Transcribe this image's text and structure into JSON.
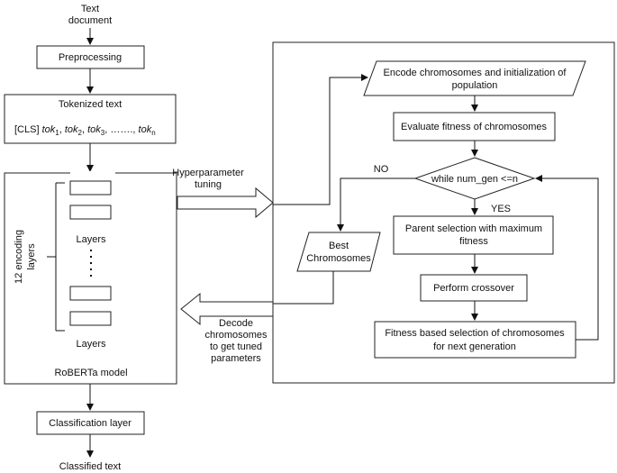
{
  "input": {
    "line1": "Text",
    "line2": "document"
  },
  "preprocessing": "Preprocessing",
  "tokenized": {
    "title": "Tokenized text",
    "cls": "[CLS]",
    "tokens": [
      {
        "base": "tok",
        "sub": "1",
        "sep": ", "
      },
      {
        "base": "tok",
        "sub": "2",
        "sep": ", "
      },
      {
        "base": "tok",
        "sub": "3",
        "sep": ", ……., "
      },
      {
        "base": "tok",
        "sub": "n",
        "sep": ""
      }
    ]
  },
  "model": {
    "side_label_line1": "12 encoding",
    "side_label_line2": "layers",
    "layers_top": "Layers",
    "layers_bottom": "Layers",
    "name": "RoBERTa model"
  },
  "classification": "Classification layer",
  "output": "Classified text",
  "hyper": {
    "line1": "Hyperparameter",
    "line2": "tuning"
  },
  "decode": {
    "line1": "Decode",
    "line2": "chromosomes",
    "line3": "to get tuned",
    "line4": "parameters"
  },
  "ga": {
    "encode_line1": "Encode chromosomes and initialization of",
    "encode_line2": "population",
    "evaluate": "Evaluate fitness of chromosomes",
    "condition": "while num_gen <=n",
    "no": "NO",
    "yes": "YES",
    "parent_line1": "Parent selection with maximum",
    "parent_line2": "fitness",
    "crossover": "Perform crossover",
    "fitsel_line1": "Fitness based selection of chromosomes",
    "fitsel_line2": "for next generation",
    "best_line1": "Best",
    "best_line2": "Chromosomes"
  }
}
